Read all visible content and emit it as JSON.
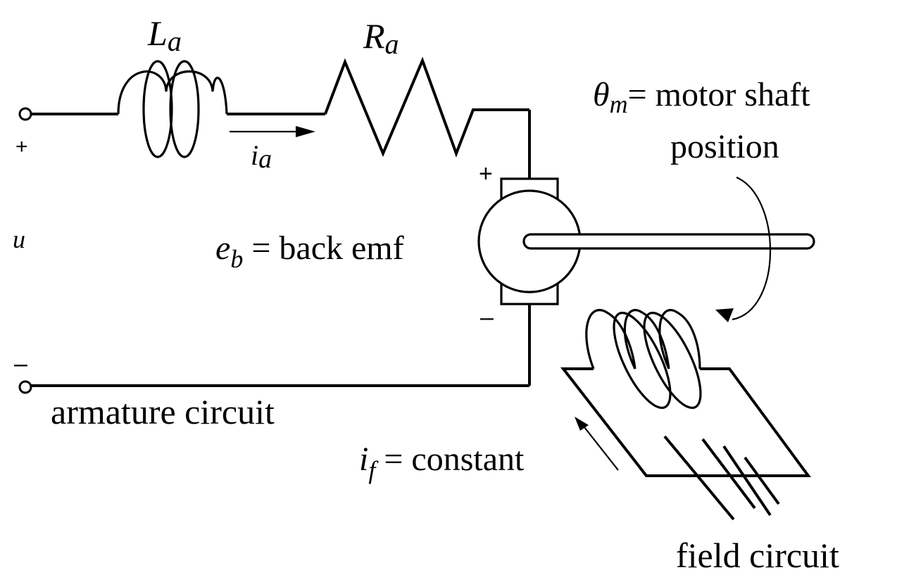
{
  "armature": {
    "inductor_symbol": "L",
    "inductor_sub": "a",
    "resistor_symbol": "R",
    "resistor_sub": "a",
    "current_symbol": "i",
    "current_sub": "a",
    "input_symbol": "u",
    "plus": "+",
    "minus": "–",
    "label": "armature circuit"
  },
  "motor": {
    "plus": "+",
    "minus": "–",
    "backemf_symbol": "e",
    "backemf_sub": "b",
    "backemf_text": " = back emf"
  },
  "shaft": {
    "symbol": "θ",
    "sub": "m",
    "text_line1": "= motor shaft",
    "text_line2": "position"
  },
  "field": {
    "current_symbol": "i",
    "current_sub": "f",
    "current_text": " = constant",
    "label": "field circuit"
  },
  "colors": {
    "ink": "#000000",
    "background": "#ffffff"
  }
}
